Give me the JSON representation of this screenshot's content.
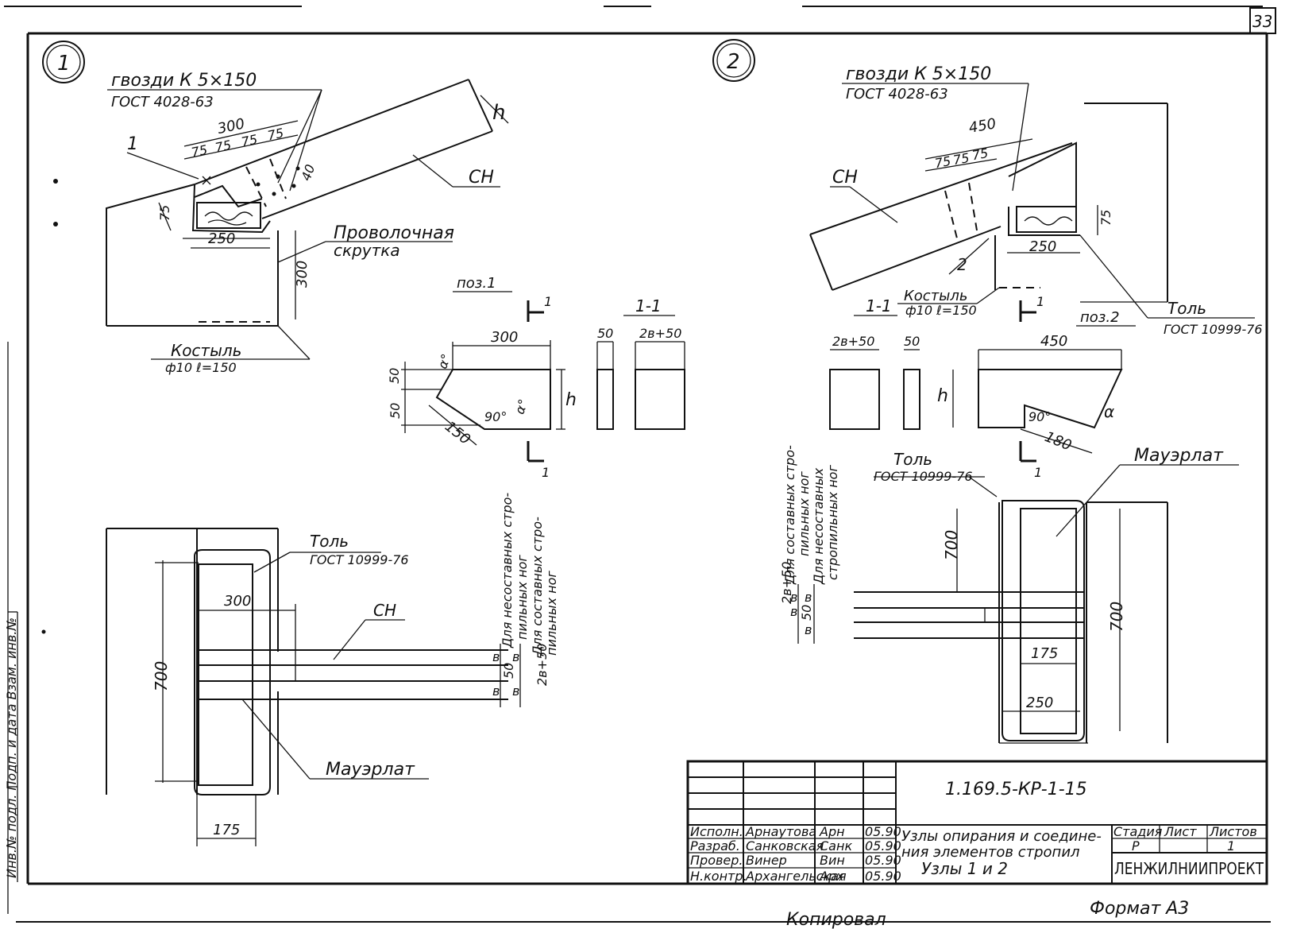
{
  "sheet": {
    "sheet_number": "33",
    "format_label": "Формат А3",
    "copied_label": "Копировал",
    "side_note": "Инв.№ подл. Подп. и дата Взам. инв.№"
  },
  "node1": {
    "marker": "1",
    "nails_label": "гвозди К 5×150",
    "nails_gost": "ГОСТ 4028-63",
    "pos_label": "1",
    "dim_300_top": "300",
    "dim_75_a": "75",
    "dim_75_b": "75",
    "dim_75_c": "75",
    "dim_75_d": "75",
    "dim_h": "h",
    "dim_40": "40",
    "dim_75_side": "75",
    "dim_250": "250",
    "dim_300_side": "300",
    "rafter_label": "СН",
    "wire_label_1": "Проволочная",
    "wire_label_2": "скрутка",
    "crutch_label": "Костыль",
    "crutch_spec": "ф10 ℓ=150",
    "plan_tol_label": "Толь",
    "plan_tol_gost": "ГОСТ 10999-76",
    "plan_dim_300": "300",
    "plan_sn": "СН",
    "plan_dim_700": "700",
    "plan_dim_175": "175",
    "plan_mauerlat": "Мауэрлат",
    "plan_b1": "в",
    "plan_50": "50",
    "plan_b2": "в",
    "plan_b3": "в",
    "plan_b4": "в",
    "plan_2b50": "2в+50",
    "note_a_1": "Для несоставных стро-",
    "note_a_2": "пильных ног",
    "note_b_1": "Для составных стро-",
    "note_b_2": "пильных ног"
  },
  "pos1": {
    "title": "поз.1",
    "section_mark": "1",
    "dim_300": "300",
    "dim_50_a": "50",
    "dim_50_b": "50",
    "dim_150": "150",
    "dim_90": "90°",
    "dim_alpha_a": "α°",
    "dim_alpha_b": "α°",
    "dim_h": "h",
    "section_title": "1-1",
    "sec_50": "50",
    "sec_2b50": "2в+50"
  },
  "node2": {
    "marker": "2",
    "nails_label": "гвозди К 5×150",
    "nails_gost": "ГОСТ 4028-63",
    "dim_450": "450",
    "dim_75_a": "75",
    "dim_75_b": "75",
    "dim_75_c": "75",
    "rafter_label": "СН",
    "pos_label": "2",
    "dim_250": "250",
    "dim_75_side": "75",
    "crutch_label": "Костыль",
    "crutch_spec": "ф10 ℓ=150",
    "tol_label": "Толь",
    "tol_gost": "ГОСТ 10999-76",
    "plan_tol_label": "Толь",
    "plan_tol_gost": "ГОСТ 10999-76",
    "plan_mauerlat": "Мауэрлат",
    "plan_dim_700_left": "700",
    "plan_dim_700_right": "700",
    "plan_dim_175": "175",
    "plan_dim_250": "250",
    "plan_2b50": "2в+50",
    "plan_b1": "в",
    "plan_50": "50",
    "plan_b2": "в",
    "plan_b3": "в",
    "plan_b4": "в",
    "note_a_1": "Для составных стро-",
    "note_a_2": "пильных ног",
    "note_b_1": "Для несоставных",
    "note_b_2": "стропильных ног"
  },
  "pos2": {
    "title": "поз.2",
    "section_mark": "1",
    "section_title": "1-1",
    "sec_2b50": "2в+50",
    "sec_50": "50",
    "dim_450": "450",
    "dim_h": "h",
    "dim_90": "90°",
    "dim_180": "180",
    "dim_alpha": "α"
  },
  "title_block": {
    "doc_code": "1.169.5-КР-1-15",
    "rows": [
      {
        "role": "Исполн.",
        "name": "Арнаутова",
        "sign": "Арн",
        "date": "05.90"
      },
      {
        "role": "Разраб.",
        "name": "Санковская",
        "sign": "Санк",
        "date": "05.90"
      },
      {
        "role": "Провер.",
        "name": "Винер",
        "sign": "Вин",
        "date": "05.90"
      },
      {
        "role": "Н.контр.",
        "name": "Архангельская",
        "sign": "Арх",
        "date": "05.90"
      }
    ],
    "title_line_1": "Узлы опирания и соедине-",
    "title_line_2": "ния элементов стропил",
    "title_line_3": "Узлы 1 и 2",
    "stage_header": "Стадия",
    "sheet_header": "Лист",
    "sheets_header": "Листов",
    "stage_value": "Р",
    "sheet_value": "1",
    "sheets_value": "",
    "organization": "ЛЕНЖИЛНИИПРОЕКТ"
  }
}
